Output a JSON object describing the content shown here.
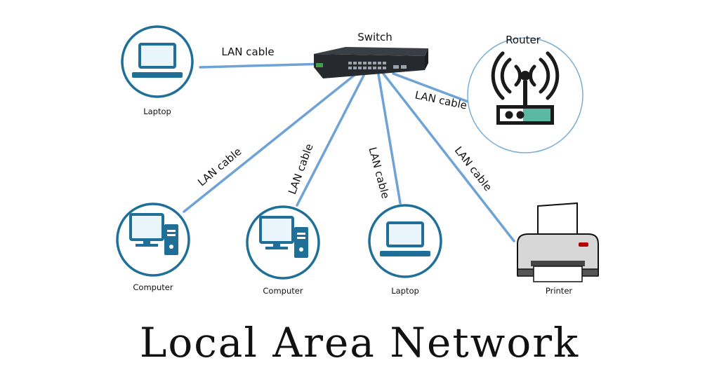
{
  "title": "Local Area Network",
  "colors": {
    "cable": "#6fa3d6",
    "icon": "#1f6f99",
    "icon_fill": "#e9f4fb",
    "router_accent": "#5bb8a2"
  },
  "switch": {
    "label": "Switch"
  },
  "router": {
    "label": "Router"
  },
  "cables": {
    "laptop_top": "LAN cable",
    "router": "LAN cable",
    "computer_left": "LAN cable",
    "computer_mid": "LAN cable",
    "laptop_bottom": "LAN cable",
    "printer": "LAN cable"
  },
  "nodes": {
    "laptop_top": "Laptop",
    "computer_left": "Computer",
    "computer_mid": "Computer",
    "laptop_bottom": "Laptop",
    "printer": "Printer"
  }
}
